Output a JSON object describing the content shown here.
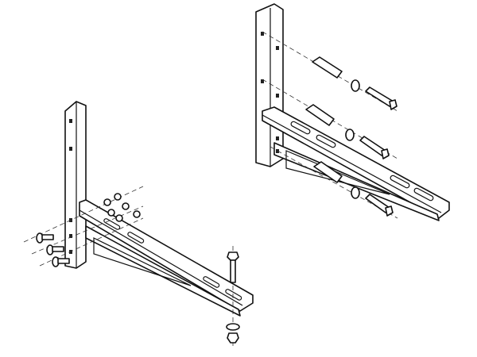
{
  "diagram": {
    "subject": "wall-bracket-assembly",
    "line_color": "#111111",
    "background": "#ffffff",
    "parts": [
      "left-bracket",
      "right-bracket",
      "bolts",
      "washers",
      "nuts",
      "anchor-bolts"
    ]
  }
}
